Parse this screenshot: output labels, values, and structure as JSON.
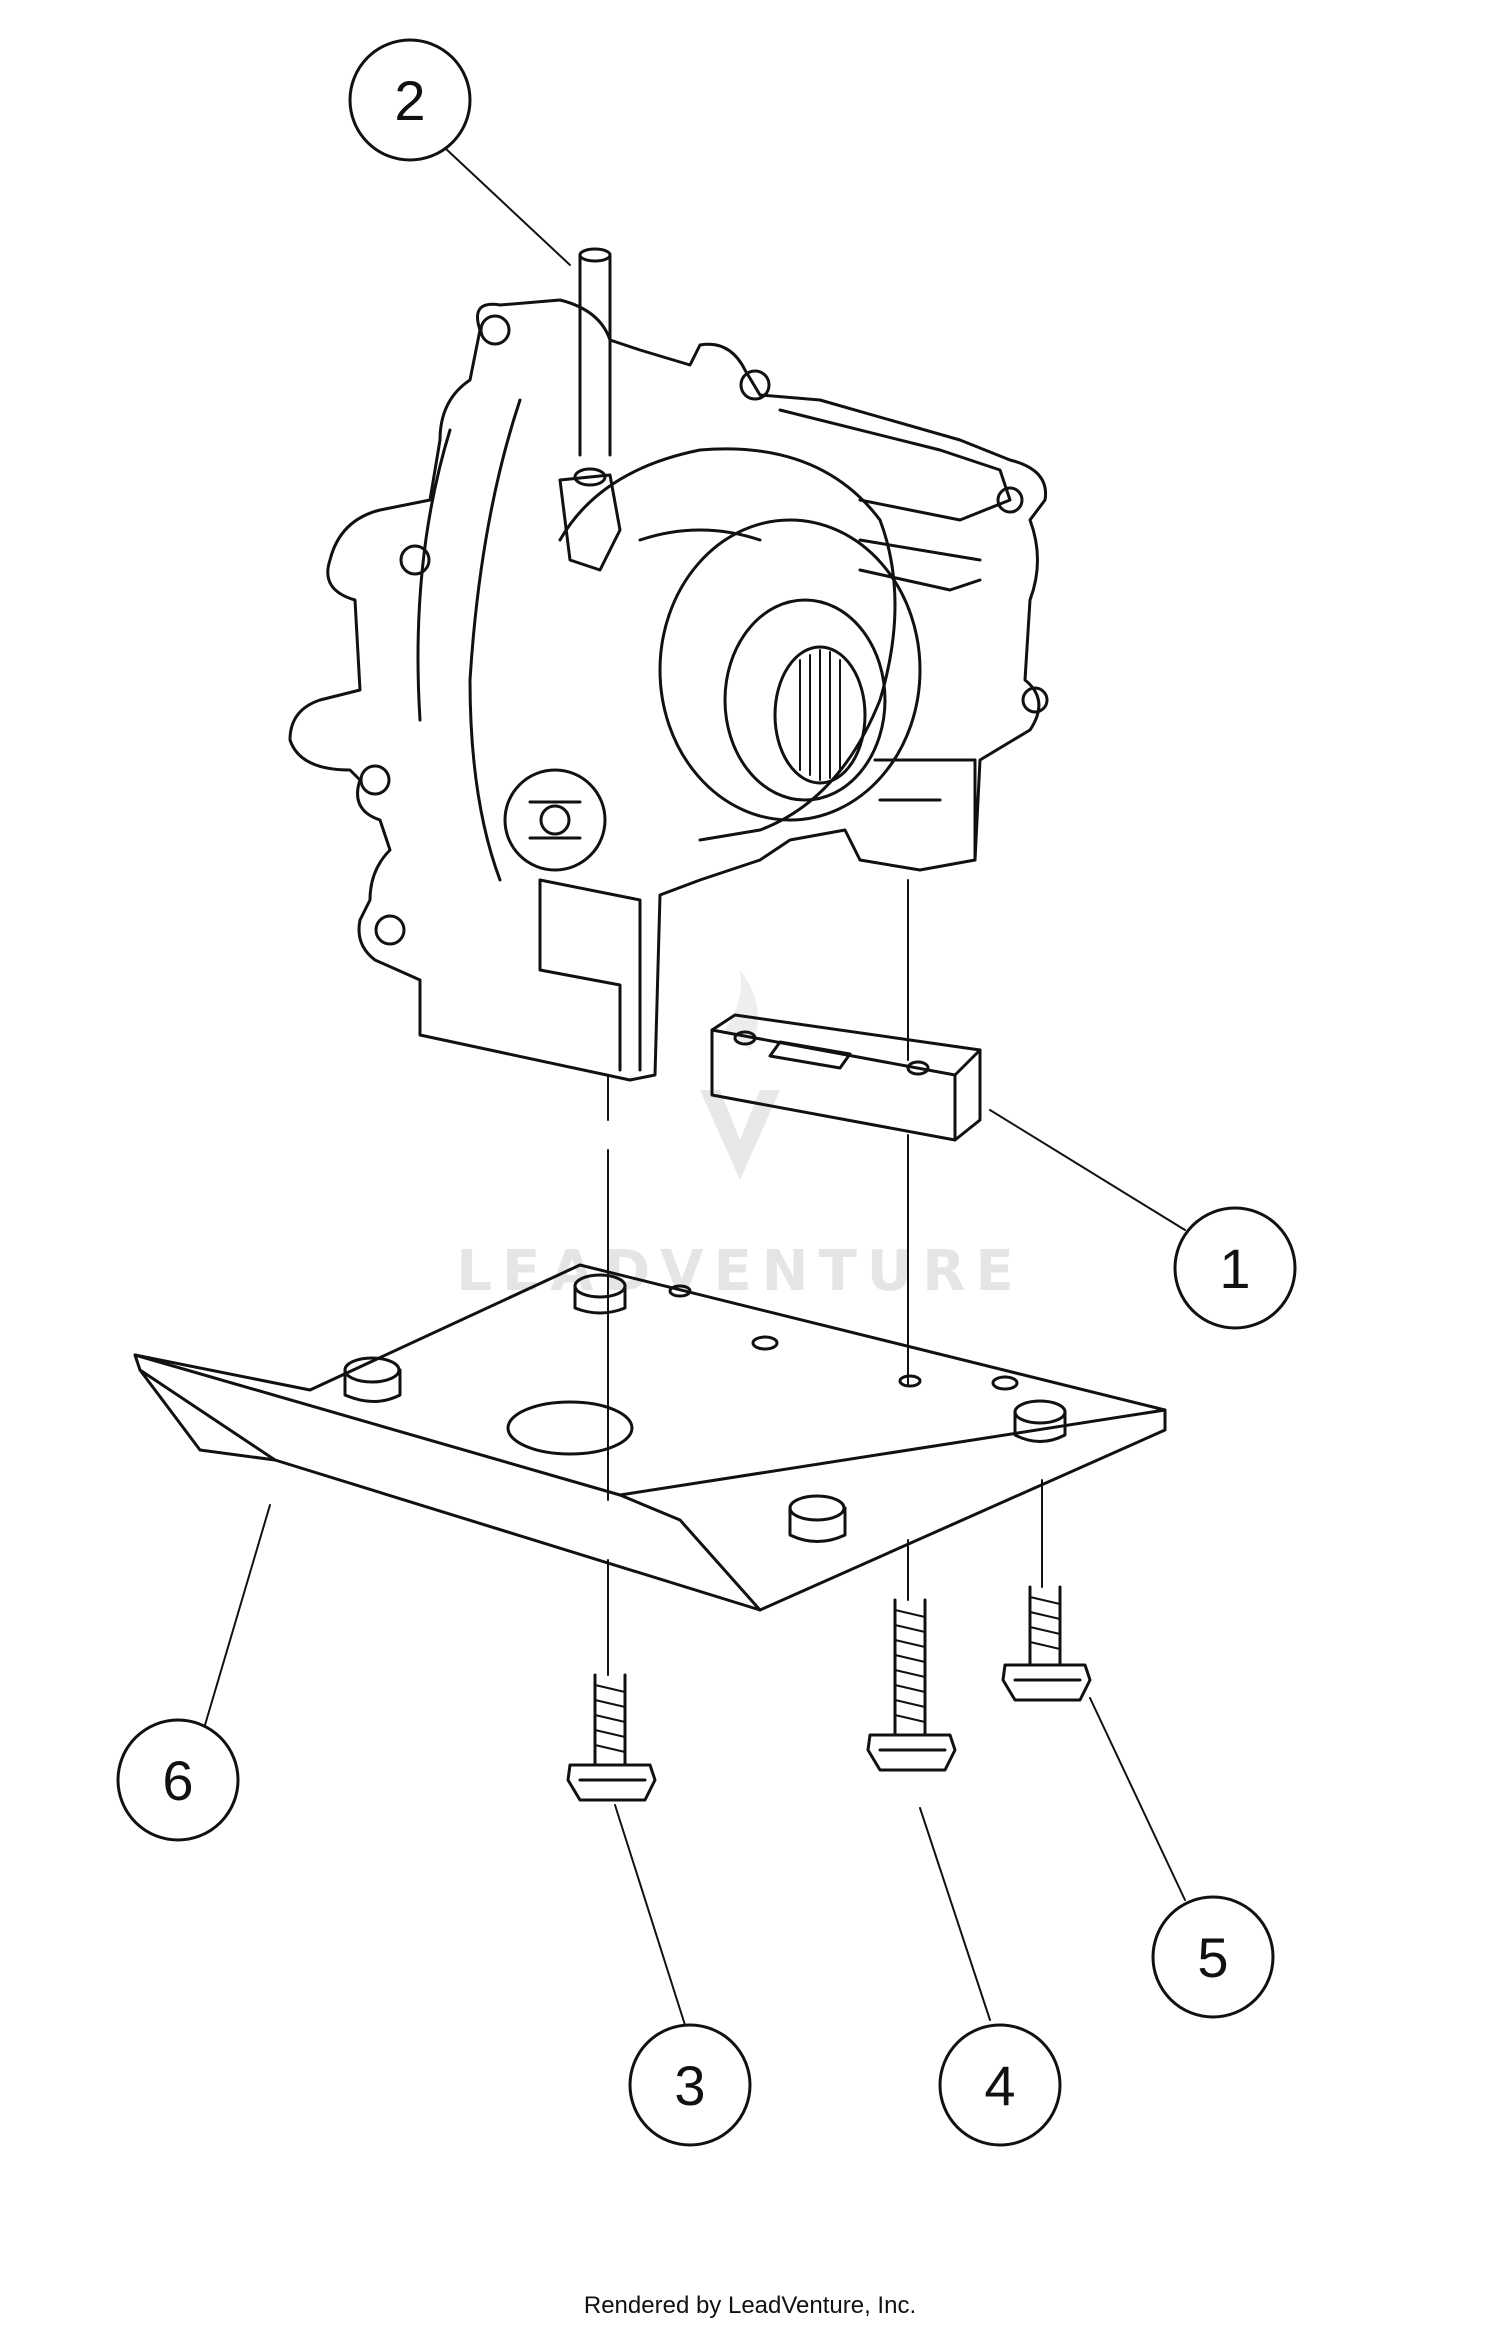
{
  "callouts": [
    {
      "id": "1",
      "label": "1"
    },
    {
      "id": "2",
      "label": "2"
    },
    {
      "id": "3",
      "label": "3"
    },
    {
      "id": "4",
      "label": "4"
    },
    {
      "id": "5",
      "label": "5"
    },
    {
      "id": "6",
      "label": "6"
    }
  ],
  "watermark": "LEADVENTURE",
  "footer": "Rendered by LeadVenture, Inc."
}
